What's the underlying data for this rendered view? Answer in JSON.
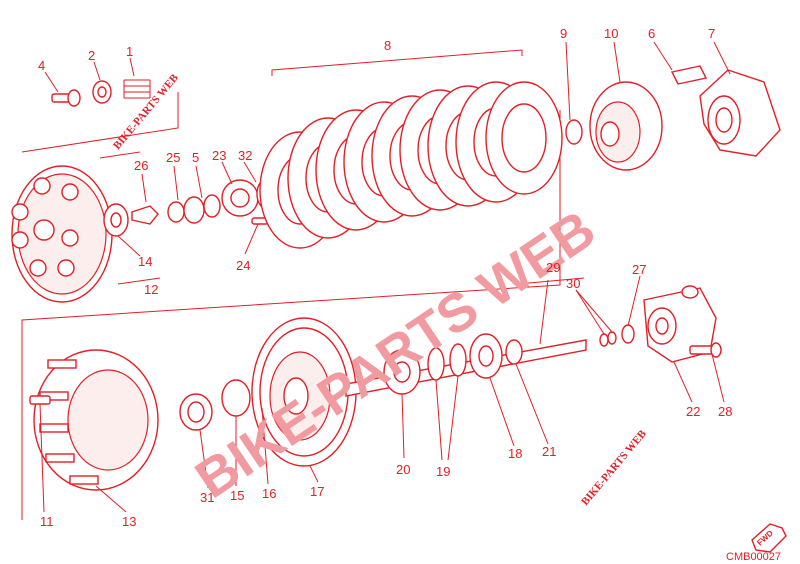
{
  "diagram": {
    "code": "CMB00027",
    "watermark_large": "BIKE-PARTS WEB",
    "watermark_small": "BIKE-PARTS WEB",
    "direction_badge": "FWD",
    "colors": {
      "primary": "#e41e26",
      "watermark": "#f19aa0"
    },
    "labels": {
      "p1": "1",
      "p2": "2",
      "p4": "4",
      "p5": "5",
      "p6": "6",
      "p7": "7",
      "p8": "8",
      "p9": "9",
      "p10": "10",
      "p11": "11",
      "p12": "12",
      "p13": "13",
      "p14": "14",
      "p15": "15",
      "p16": "16",
      "p17": "17",
      "p18": "18",
      "p19": "19",
      "p20": "20",
      "p21": "21",
      "p22": "22",
      "p23": "23",
      "p24": "24",
      "p25": "25",
      "p26": "26",
      "p27": "27",
      "p28": "28",
      "p29": "29",
      "p30": "30",
      "p31": "31",
      "p32": "32"
    }
  }
}
